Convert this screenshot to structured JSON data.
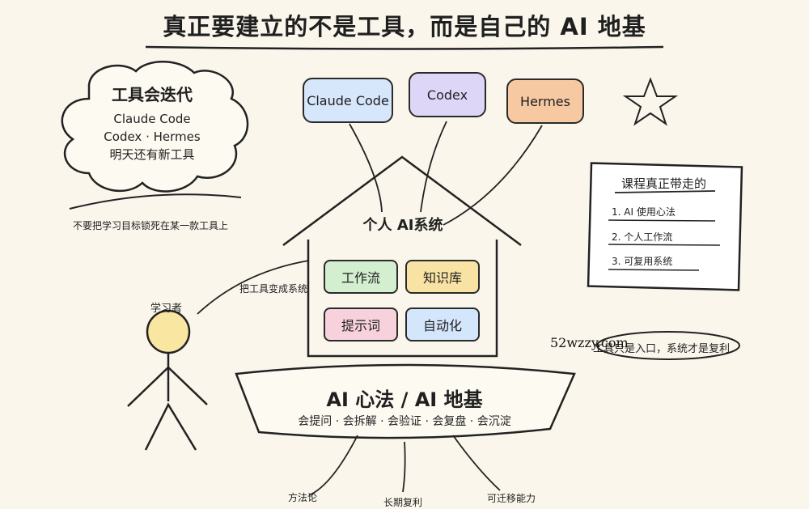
{
  "title": "真正要建立的不是工具，而是自己的 AI 地基",
  "cloud": {
    "title": "工具会迭代",
    "lines": [
      "Claude Code",
      "Codex · Hermes",
      "明天还有新工具"
    ]
  },
  "left_caption": "不要把学习目标锁死在某一款工具上",
  "tools": [
    {
      "label": "Claude Code",
      "color": "#d6e6fb"
    },
    {
      "label": "Codex",
      "color": "#ddd6f6"
    },
    {
      "label": "Hermes",
      "color": "#f7c9a2"
    }
  ],
  "house": {
    "title": "个人 AI系统",
    "modules": [
      {
        "label": "工作流",
        "color": "#d4efcf"
      },
      {
        "label": "知识库",
        "color": "#f8e3a4"
      },
      {
        "label": "提示词",
        "color": "#f7d2dc"
      },
      {
        "label": "自动化",
        "color": "#d3e6fb"
      }
    ]
  },
  "learner": {
    "label": "学习者",
    "arrow_label": "把工具变成系统",
    "head_color": "#f9e6a0"
  },
  "note": {
    "title": "课程真正带走的",
    "items": [
      "1. AI 使用心法",
      "2. 个人工作流",
      "3. 可复用系统"
    ]
  },
  "right_label": "工具只是入口，系统才是复利",
  "watermark": "52wzzy.com",
  "foundation": {
    "title": "AI 心法 / AI 地基",
    "subtitle": "会提问 · 会拆解 · 会验证 · 会复盘 · 会沉淀"
  },
  "roots": [
    "方法论",
    "长期复利",
    "可迁移能力"
  ]
}
